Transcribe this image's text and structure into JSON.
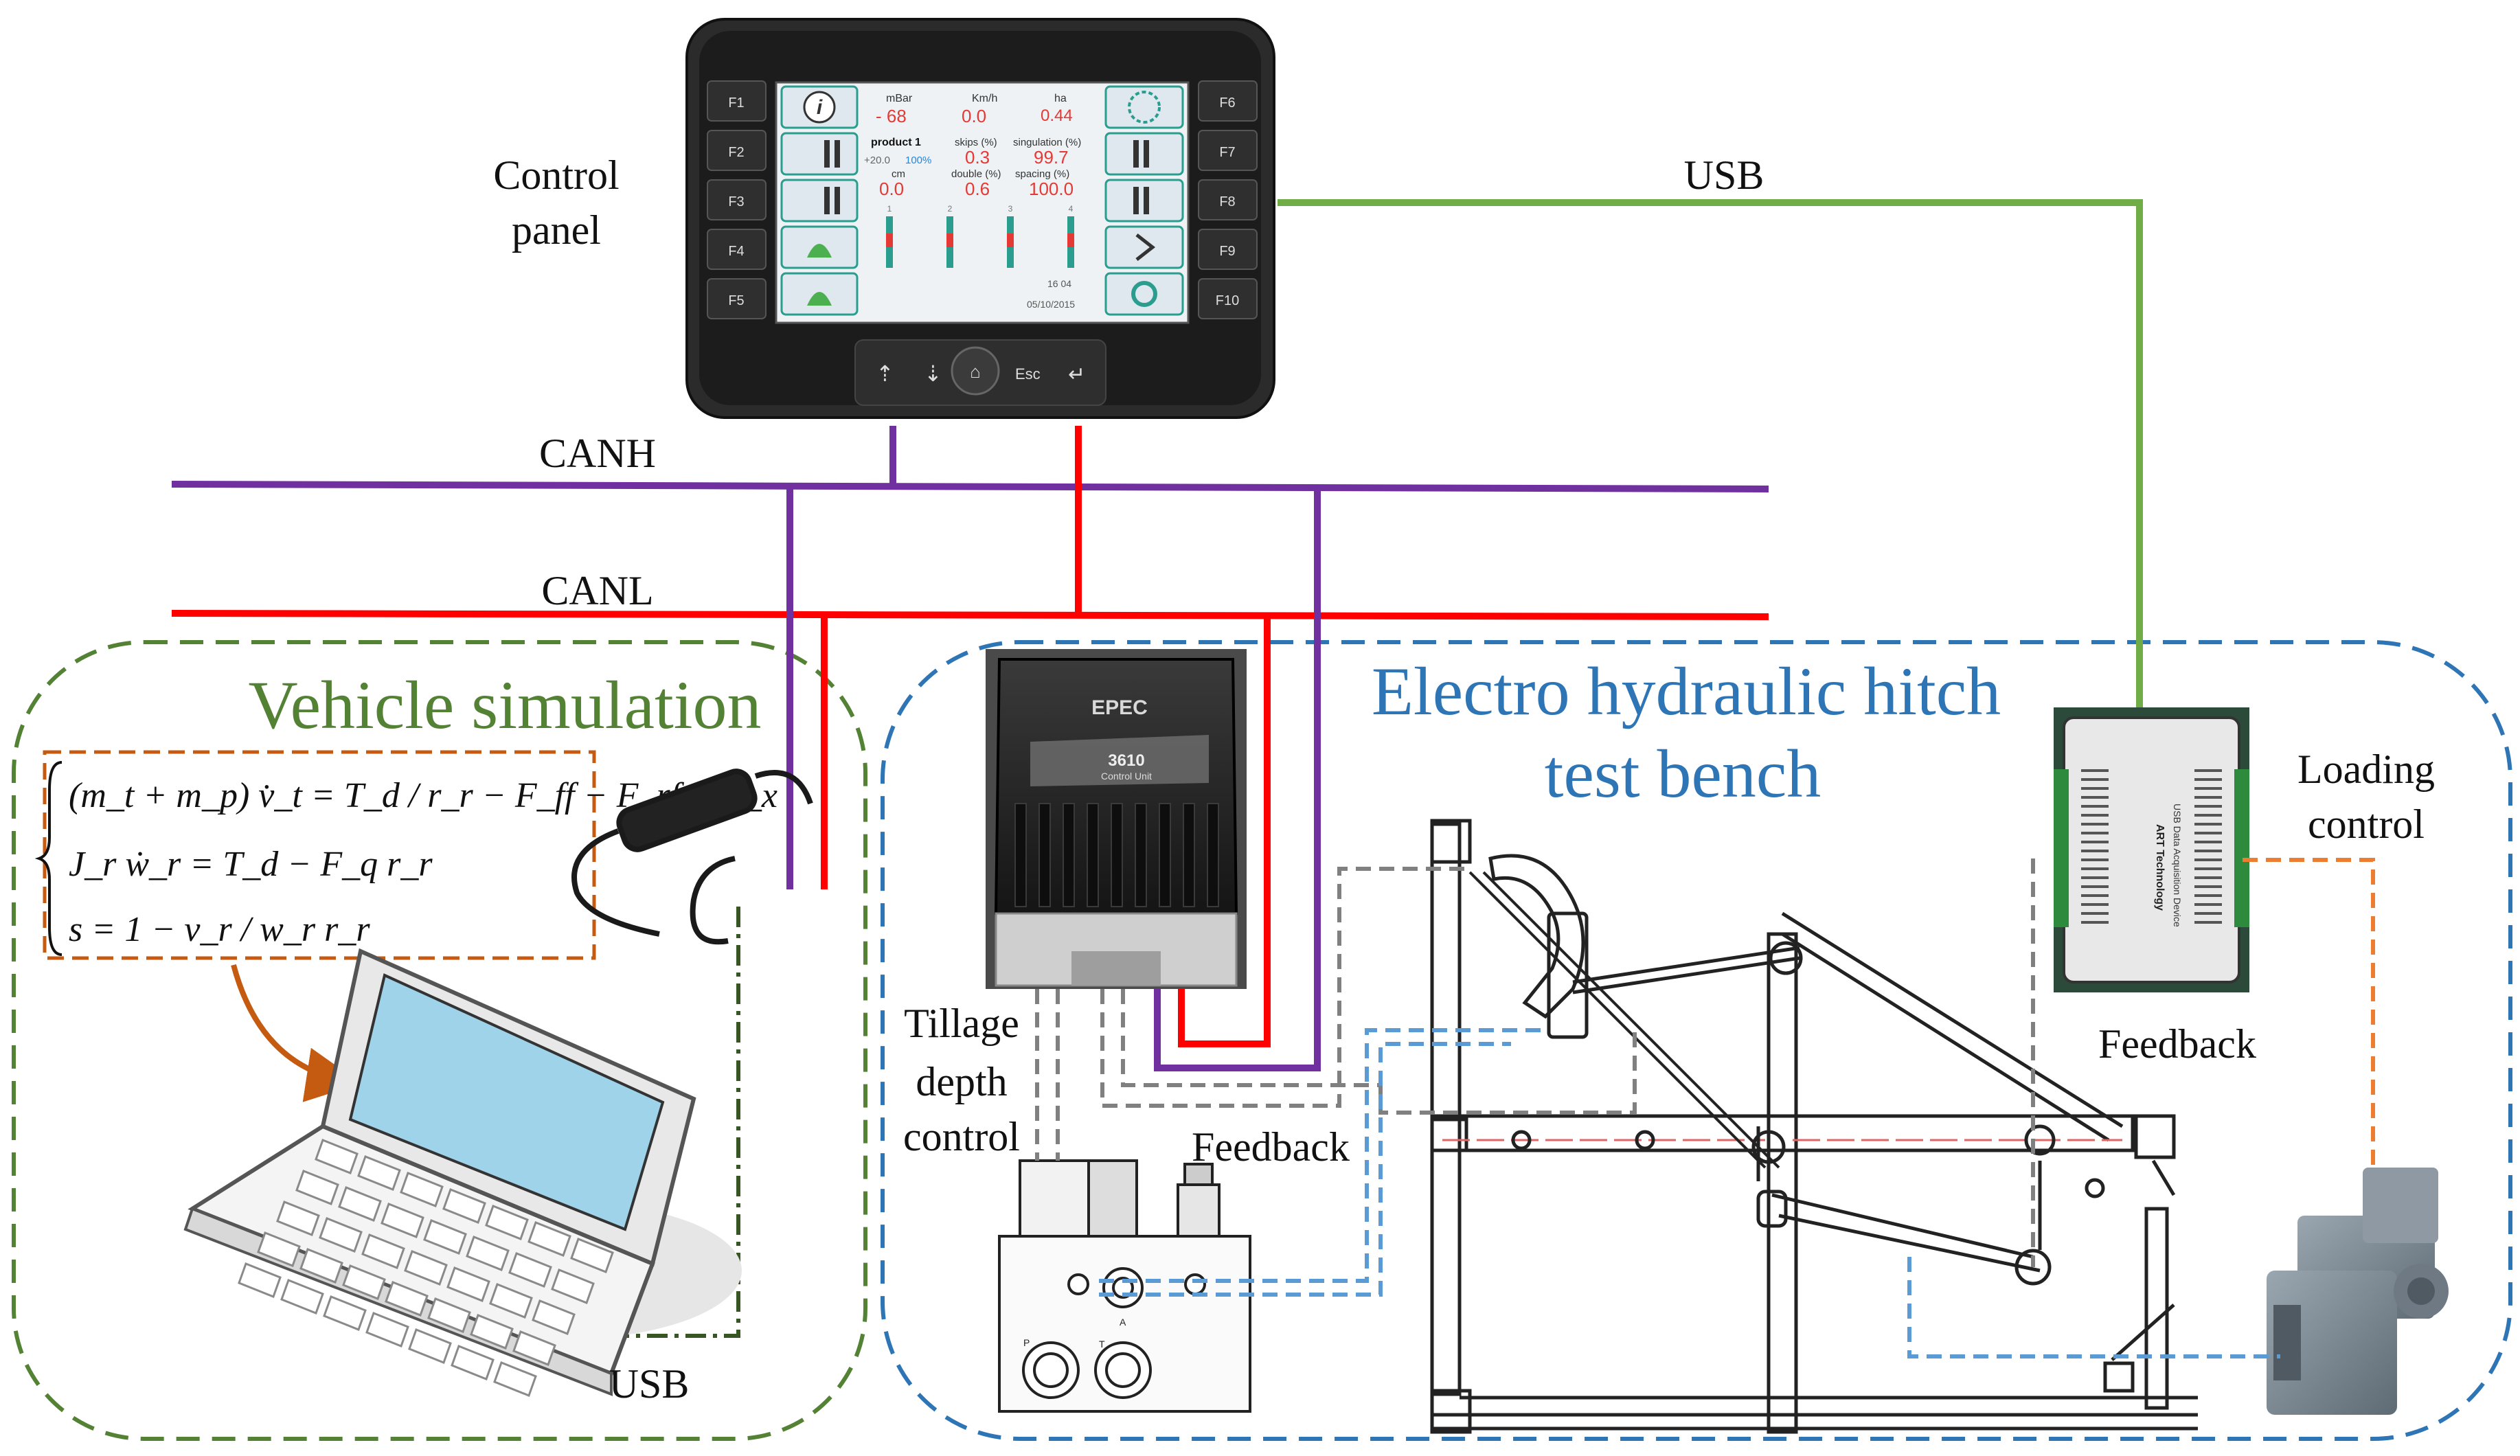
{
  "labels": {
    "control_panel_line1": "Control",
    "control_panel_line2": "panel",
    "usb_top": "USB",
    "canh": "CANH",
    "canl": "CANL",
    "vehicle_simulation": "Vehicle simulation",
    "hitch_line1": "Electro hydraulic hitch",
    "hitch_line2": "test bench",
    "loading_line1": "Loading",
    "loading_line2": "control",
    "tillage_line1": "Tillage",
    "tillage_line2": "depth",
    "tillage_line3": "control",
    "feedback_center": "Feedback",
    "feedback_right": "Feedback",
    "usb_bottom": "USB"
  },
  "equations": {
    "eq1": "(m_t + m_p) v̇_t = T_d / r_r − F_ff − F_rf − R_x",
    "eq2": "J_r ẇ_r = T_d − F_q r_r",
    "eq3": "s = 1 − v_r / w_r r_r"
  },
  "control_panel": {
    "fkeys_left": [
      "F1",
      "F2",
      "F3",
      "F4",
      "F5"
    ],
    "fkeys_right": [
      "F6",
      "F7",
      "F8",
      "F9",
      "F10"
    ],
    "screen": {
      "mbar_unit": "mBar",
      "mbar_value": "- 68",
      "speed_unit": "Km/h",
      "speed_value": "0.0",
      "ha_unit": "ha",
      "ha_value": "0.44",
      "product_label": "product 1",
      "product_sub": "+20.0",
      "product_pct": "100%",
      "skips_label": "skips (%)",
      "skips_value": "0.3",
      "singulation_label": "singulation (%)",
      "singulation_value": "99.7",
      "cm_label": "cm",
      "cm_value": "0.0",
      "double_label": "double (%)",
      "double_value": "0.6",
      "spacing_label": "spacing (%)",
      "spacing_value": "100.0",
      "row_numbers": [
        "1",
        "2",
        "3",
        "4"
      ],
      "time": "16 04",
      "date": "05/10/2015"
    },
    "bottom_keys": {
      "esc": "Esc"
    }
  },
  "ecu": {
    "brand": "EPEC",
    "model": "3610",
    "caption": "Control Unit"
  },
  "daq": {
    "brand": "ART Technology",
    "caption": "USB Data Acquisition Device"
  },
  "valve_ports": {
    "p": "P",
    "t": "T",
    "a": "A"
  },
  "colors": {
    "canh": "#7030a0",
    "canl": "#ff0000",
    "usb": "#70ad47",
    "vehicle_box": "#548235",
    "hitch_box": "#2e75b6",
    "feedback_gray": "#808080",
    "feedback_blue": "#5b9bd5",
    "orange": "#c55a11",
    "loading_orange": "#ed7d31"
  }
}
